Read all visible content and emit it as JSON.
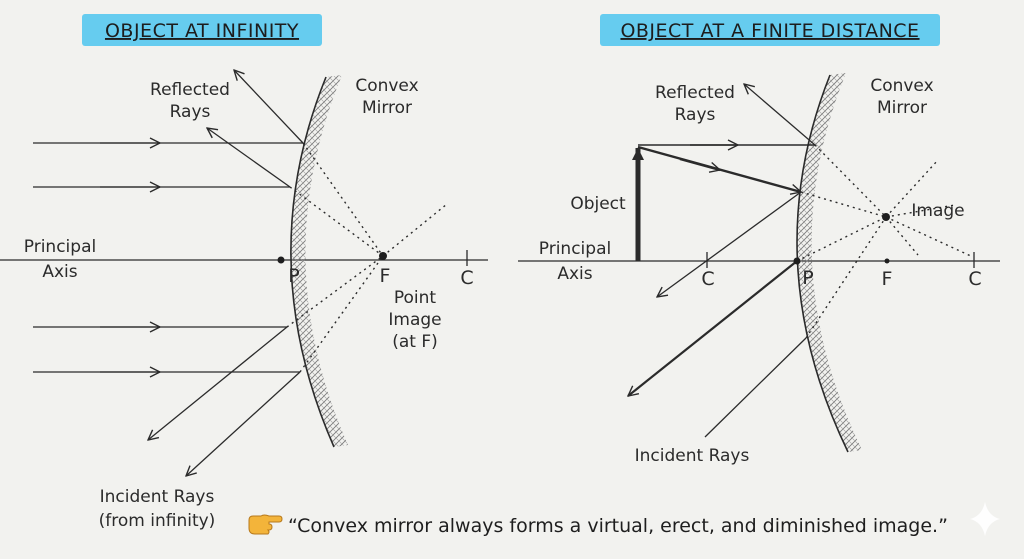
{
  "left": {
    "title": "OBJECT AT INFINITY",
    "reflected_rays": [
      "Reflected",
      "Rays"
    ],
    "mirror": [
      "Convex",
      "Mirror"
    ],
    "principal_axis": [
      "Principal",
      "Axis"
    ],
    "pole": "P",
    "focus": "F",
    "centre": "C",
    "point_image": [
      "Point",
      "Image",
      "(at F)"
    ],
    "incident_rays": [
      "Incident Rays",
      "(from infinity)"
    ]
  },
  "right": {
    "title": "OBJECT AT A FINITE DISTANCE",
    "reflected_rays": [
      "Reflected",
      "Rays"
    ],
    "mirror": [
      "Convex",
      "Mirror"
    ],
    "object": "Object",
    "image": "Image",
    "principal_axis": [
      "Principal",
      "Axis"
    ],
    "centre_left": "C",
    "pole": "P",
    "focus": "F",
    "centre": "C",
    "incident_rays": "Incident Rays"
  },
  "footer": {
    "pointer_icon": "hand-pointing-right-icon",
    "quote": "“Convex mirror always forms a virtual, erect, and diminished image.”"
  },
  "colors": {
    "highlight": "#4dc6ee",
    "ink": "#2b2b2b",
    "hatch": "#777777"
  }
}
